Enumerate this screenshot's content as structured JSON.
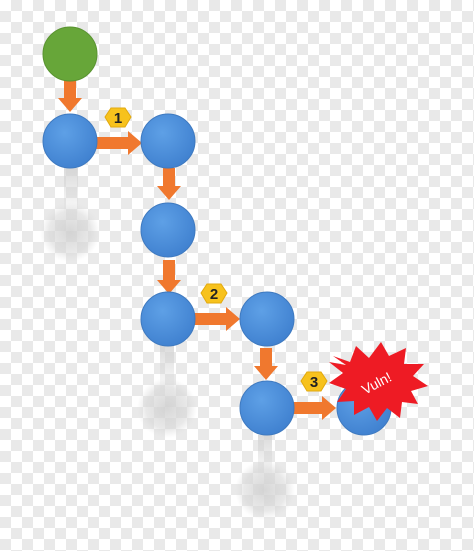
{
  "colors": {
    "start_node": "#67a639",
    "node": "#4d8fd9",
    "node_stroke": "#3f7ac0",
    "arrow": "#f0782e",
    "badge": "#f7c21d",
    "burst": "#ee1b24",
    "ghost": "#c9c9c9"
  },
  "steps": [
    "1",
    "2",
    "3"
  ],
  "vuln_label": "Vuln!"
}
